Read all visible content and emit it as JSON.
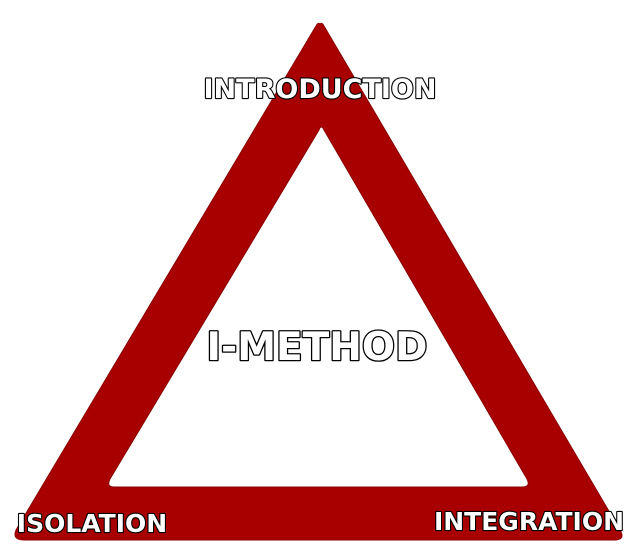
{
  "diagram": {
    "center_label": "I-METHOD",
    "vertices": {
      "top": "INTRODUCTION",
      "bottom_left": "ISOLATION",
      "bottom_right": "INTEGRATION"
    },
    "colors": {
      "triangle_fill": "#a80000",
      "triangle_hole": "#ffffff",
      "label_fill": "#ffffff",
      "label_outline": "#000000",
      "background": "#ffffff"
    }
  }
}
